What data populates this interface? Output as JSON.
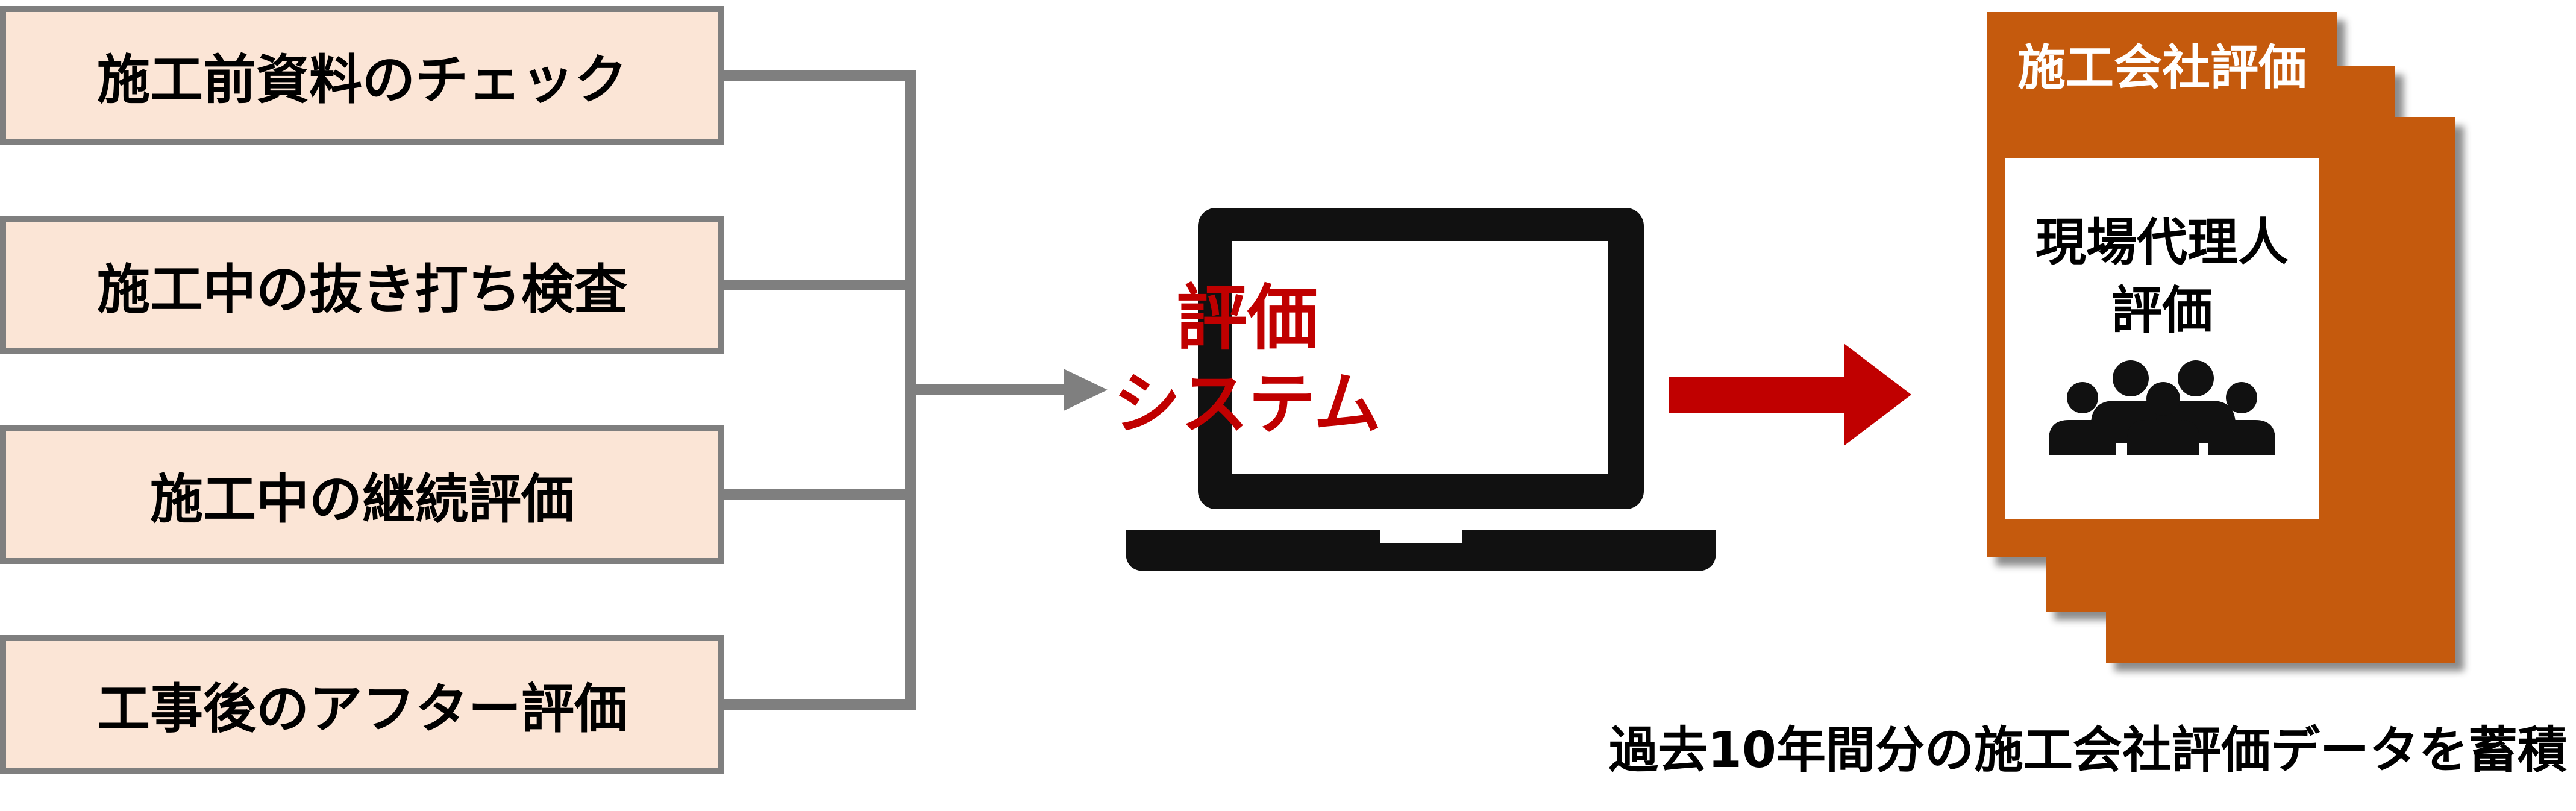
{
  "inputs": [
    {
      "label": "施工前資料のチェック"
    },
    {
      "label": "施工中の抜き打ち検査"
    },
    {
      "label": "施工中の継続評価"
    },
    {
      "label": "工事後のアフター評価"
    }
  ],
  "system": {
    "line1": "評価",
    "line2": "システム"
  },
  "output_card": {
    "header": "施工会社評価",
    "inner_line1": "現場代理人",
    "inner_line2": "評価"
  },
  "caption": "過去10年間分の施工会社評価データを蓄積",
  "colors": {
    "input_fill": "#fbe5d6",
    "input_border": "#7f7f7f",
    "connector": "#7f7f7f",
    "laptop": "#111111",
    "system_text": "#c00000",
    "red_arrow": "#c00000",
    "card_fill": "#c55a11",
    "card_shadow": "#7f7f7f"
  },
  "icons": {
    "device": "laptop-icon",
    "people": "people-group-icon"
  }
}
